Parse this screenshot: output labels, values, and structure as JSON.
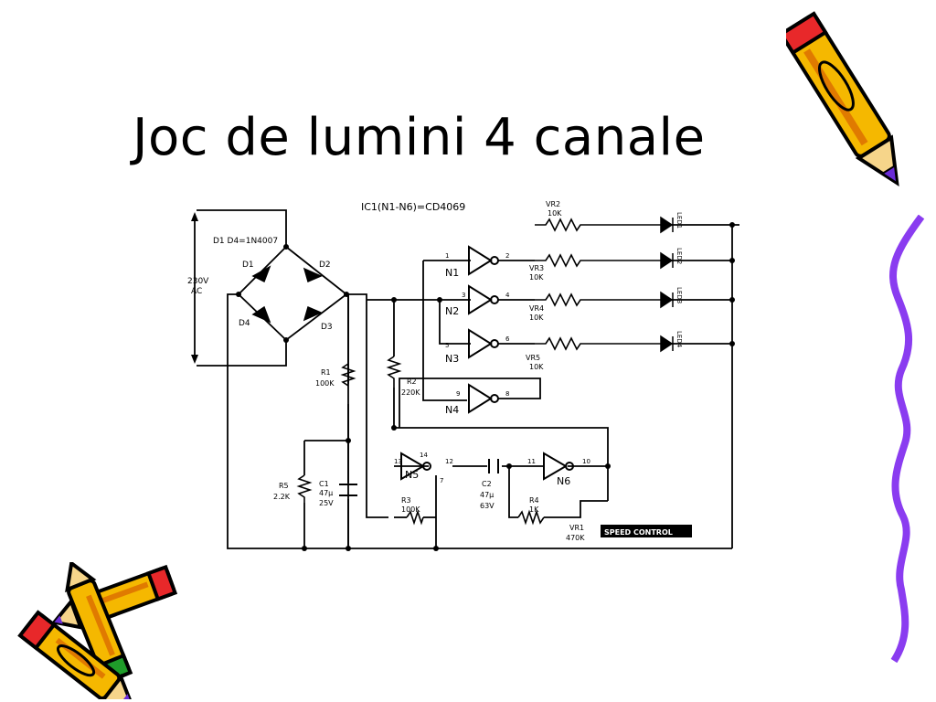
{
  "slide": {
    "title": "Joc de lumini 4 canale"
  },
  "schematic": {
    "ic_label": "IC1(N1-N6)=CD4069",
    "diode_note": "D1 D4=1N4007",
    "supply": {
      "voltage": "230V",
      "type": "AC"
    },
    "diodes": [
      "D1",
      "D2",
      "D3",
      "D4"
    ],
    "gates": [
      {
        "name": "N1",
        "in_pin": "1",
        "out_pin": "2"
      },
      {
        "name": "N2",
        "in_pin": "3",
        "out_pin": "4"
      },
      {
        "name": "N3",
        "in_pin": "5",
        "out_pin": "6"
      },
      {
        "name": "N4",
        "in_pin": "9",
        "out_pin": "8"
      },
      {
        "name": "N5",
        "in_pin": "13",
        "out_pin": "12",
        "vdd_pin": "14",
        "gnd_pin": "7"
      },
      {
        "name": "N6",
        "in_pin": "11",
        "out_pin": "10"
      }
    ],
    "presets": [
      {
        "name": "VR2",
        "value": "10K"
      },
      {
        "name": "VR3",
        "value": "10K"
      },
      {
        "name": "VR4",
        "value": "10K"
      },
      {
        "name": "VR5",
        "value": "10K"
      }
    ],
    "resistors": [
      {
        "name": "R1",
        "value": "100K"
      },
      {
        "name": "R2",
        "value": "220K"
      },
      {
        "name": "R3",
        "value": "100K"
      },
      {
        "name": "R4",
        "value": "1K"
      },
      {
        "name": "R5",
        "value": "2.2K"
      }
    ],
    "capacitors": [
      {
        "name": "C1",
        "value": "47µ",
        "voltage": "25V"
      },
      {
        "name": "C2",
        "value": "47µ",
        "voltage": "63V"
      }
    ],
    "speed_pot": {
      "name": "VR1",
      "value": "470K"
    },
    "leds": [
      "LED1",
      "LED2",
      "LED3",
      "LED4"
    ],
    "speed_control_label": "SPEED CONTROL"
  },
  "colors": {
    "pencil_body": "#f5b800",
    "pencil_outline": "#000000",
    "pencil_stripe": "#e07a00",
    "pencil_eraser": "#e8282a",
    "pencil_lead": "#6a2bd8",
    "pencil_green": "#1f9d2a",
    "squiggle": "#8a3cf0"
  }
}
